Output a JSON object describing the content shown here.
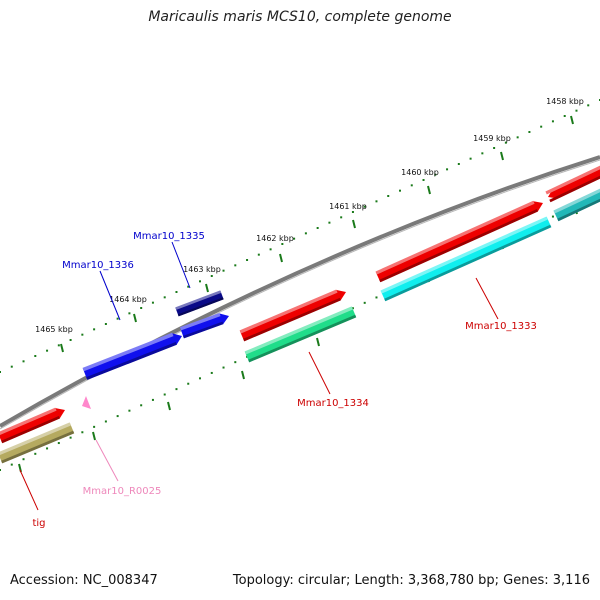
{
  "title": "Maricaulis maris MCS10, complete genome",
  "footer": {
    "accession": "Accession: NC_008347",
    "summary": "Topology: circular; Length: 3,368,780 bp; Genes: 3,116"
  },
  "scale_ticks": [
    "1458 kbp",
    "1459 kbp",
    "1460 kbp",
    "1461 kbp",
    "1462 kbp",
    "1463 kbp",
    "1464 kbp",
    "1465 kbp"
  ],
  "colors": {
    "backbone": "#7a7a7a",
    "tick": "#1a7a1a",
    "red": "#ee0000",
    "olive": "#b5aa60",
    "blue": "#1010ee",
    "navy": "#0a0a88",
    "cyan": "#10eeee",
    "teal": "#22b8b8",
    "green": "#20dd8a",
    "pink": "#ff88cc",
    "label_red": "#cc0000",
    "label_blue": "#0000cc",
    "label_pink": "#ee88bb"
  },
  "gene_labels": [
    {
      "id": "mmar10_1335",
      "text": "Mmar10_1335",
      "color": "label_blue"
    },
    {
      "id": "mmar10_1336",
      "text": "Mmar10_1336",
      "color": "label_blue"
    },
    {
      "id": "mmar10_1333",
      "text": "Mmar10_1333",
      "color": "label_red"
    },
    {
      "id": "mmar10_1334",
      "text": "Mmar10_1334",
      "color": "label_red"
    },
    {
      "id": "mmar10_r0025",
      "text": "Mmar10_R0025",
      "color": "label_pink"
    },
    {
      "id": "tig",
      "text": "tig",
      "color": "label_red"
    }
  ]
}
